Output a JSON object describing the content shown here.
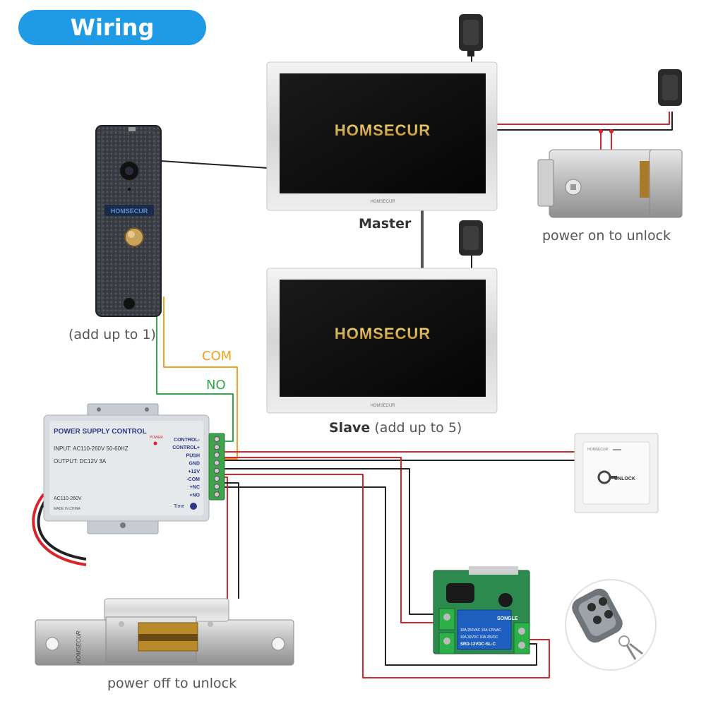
{
  "title": "Wiring Diagram",
  "brand": "HOMSECUR",
  "monitor_master": {
    "label": "Master"
  },
  "monitor_slave": {
    "label": "Slave",
    "note": "(add up to 5)"
  },
  "door_station": {
    "note": "(add up to 1)"
  },
  "wire_labels": {
    "com": "COM",
    "no": "NO"
  },
  "electric_lock": {
    "caption": "power on to unlock"
  },
  "strike_lock": {
    "caption": "power off to unlock"
  },
  "power_supply": {
    "header": "POWER SUPPLY CONTROL",
    "input": "INPUT: AC110-260V 50-60HZ",
    "output": "OUTPUT: DC12V  3A",
    "ac_label": "AC110-260V",
    "made_in": "MADE IN CHINA",
    "power_led": "POWER",
    "time": "Time",
    "terminals": [
      "CONTROL-",
      "CONTROL+",
      "PUSH",
      "GND",
      "+12V",
      "-COM",
      "+NC",
      "+NO"
    ]
  },
  "exit_button": {
    "brand": "HOMSECUR",
    "label": "UNLOCK"
  },
  "relay": {
    "brand": "SONGLE",
    "lines": [
      "10A 250VAC  10A 125VAC",
      "10A 30VDC  10A 28VDC",
      "SRD-12VDC-SL-C"
    ]
  },
  "colors": {
    "accent": "#1f9ae4",
    "wire_red": "#d8252b",
    "wire_black": "#222222",
    "wire_orange": "#f0a020",
    "wire_green": "#2fa84f"
  }
}
